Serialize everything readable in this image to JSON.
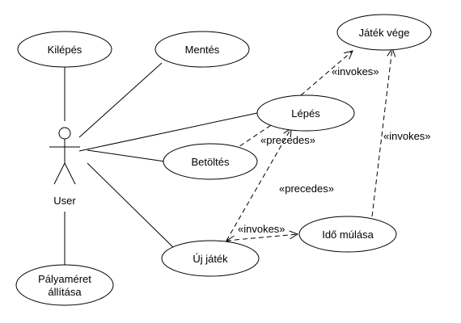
{
  "actor": {
    "label": "User"
  },
  "use_cases": {
    "kilepes": "Kilépés",
    "mentes": "Mentés",
    "jatek_vege": "Játék vége",
    "lepes": "Lépés",
    "betoltes": "Betöltés",
    "uj_jatek": "Új játék",
    "ido_mulasa": "Idő múlása",
    "palyameret_line1": "Pályaméret",
    "palyameret_line2": "állítása"
  },
  "stereotypes": {
    "lepes_to_vege": "«invokes»",
    "ido_to_vege": "«invokes»",
    "betoltes_to_lepes": "«precedes»",
    "uj_to_lepes": "«precedes»",
    "uj_to_ido": "«invokes»"
  }
}
